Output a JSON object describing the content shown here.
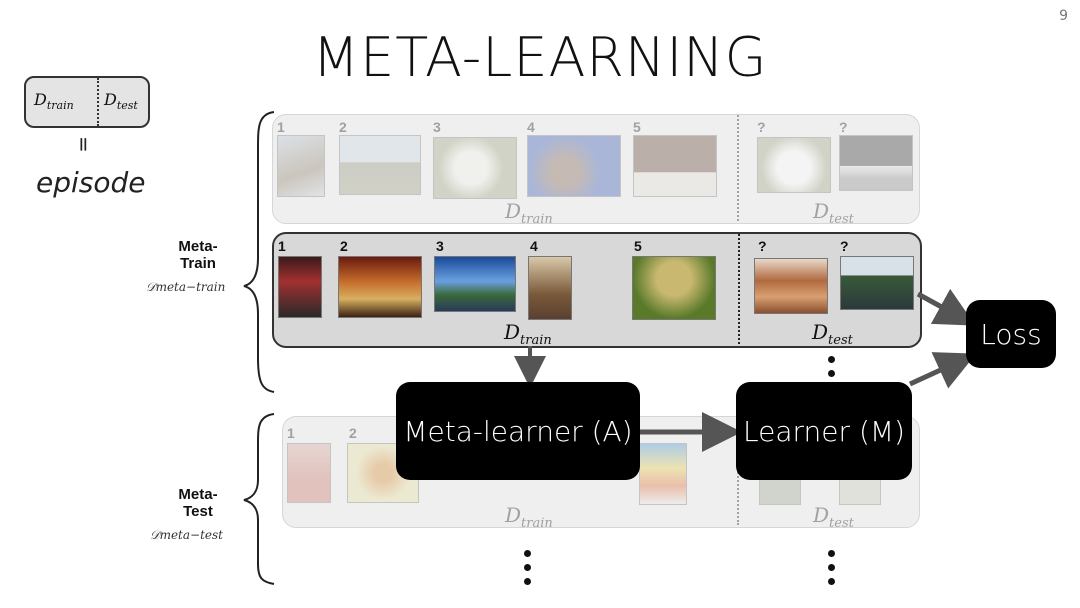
{
  "slide": {
    "page_number": "9",
    "title": "META-LEARNING"
  },
  "episode": {
    "train": "D_train",
    "test": "D_test",
    "equals": "=",
    "word": "episode"
  },
  "left_labels": {
    "meta_train": "Meta-\nTrain",
    "meta_train_math": "𝒟meta−train",
    "meta_test": "Meta-\nTest",
    "meta_test_math": "𝒟meta−test"
  },
  "panels": {
    "top": {
      "train_numbers": [
        "1",
        "2",
        "3",
        "4",
        "5"
      ],
      "test_marks": [
        "?",
        "?"
      ],
      "train_label": "D_train",
      "test_label": "D_test"
    },
    "middle": {
      "train_numbers": [
        "1",
        "2",
        "3",
        "4",
        "5"
      ],
      "test_marks": [
        "?",
        "?"
      ],
      "train_label": "D_train",
      "test_label": "D_test"
    },
    "bottom": {
      "train_numbers": [
        "1",
        "2"
      ],
      "train_label": "D_train",
      "test_label": "D_test"
    }
  },
  "blocks": {
    "meta_learner": "Meta-learner (A)",
    "learner": "Learner (M)",
    "loss": "Loss"
  },
  "colors": {
    "block": "#000000",
    "panel_active": "#d8d8d8",
    "panel_faded": "#efefef",
    "arrow": "#555555"
  }
}
